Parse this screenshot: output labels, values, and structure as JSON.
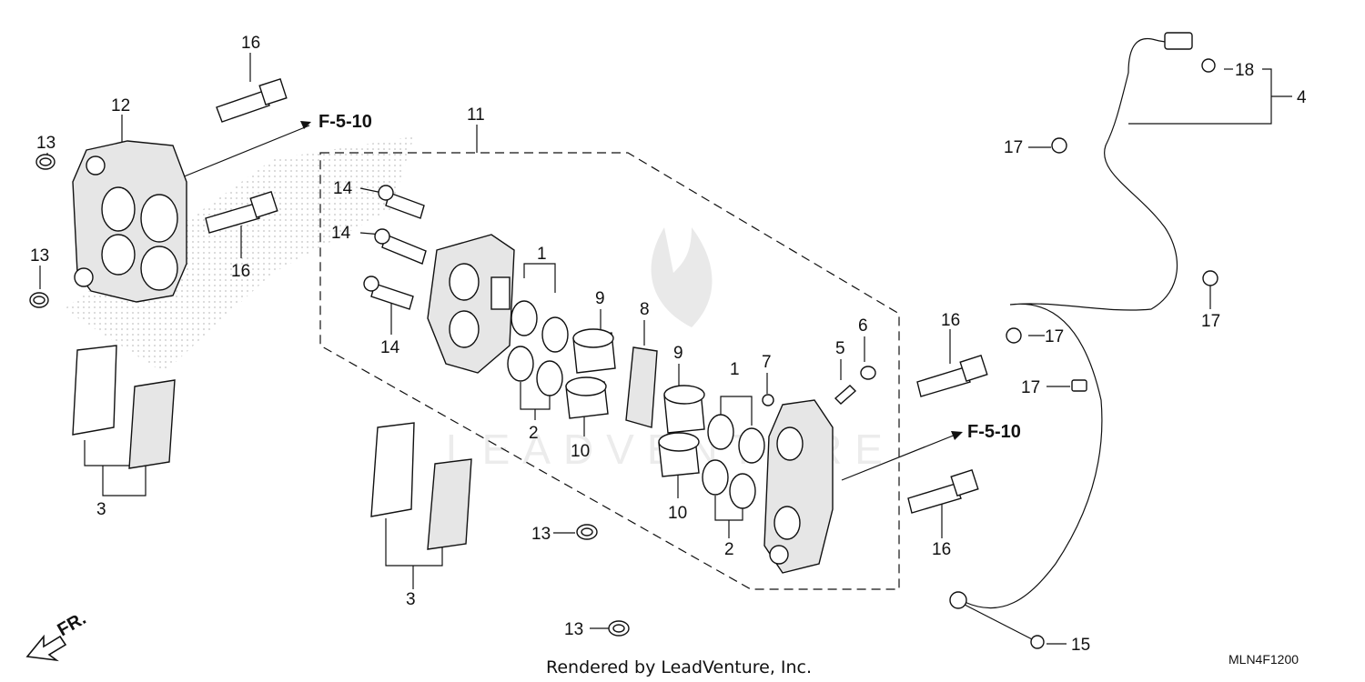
{
  "labels": {
    "l1a": "1",
    "l1b": "1",
    "l2a": "2",
    "l2b": "2",
    "l3a": "3",
    "l3b": "3",
    "l4": "4",
    "l5": "5",
    "l6": "6",
    "l7": "7",
    "l8": "8",
    "l9a": "9",
    "l9b": "9",
    "l10a": "10",
    "l10b": "10",
    "l11": "11",
    "l12": "12",
    "l13a": "13",
    "l13b": "13",
    "l13c": "13",
    "l13d": "13",
    "l14a": "14",
    "l14b": "14",
    "l14c": "14",
    "l15": "15",
    "l16a": "16",
    "l16b": "16",
    "l16c": "16",
    "l16d": "16",
    "l17a": "17",
    "l17b": "17",
    "l17c": "17",
    "l17d": "17",
    "l18": "18"
  },
  "refs": {
    "ref_top": "F-5-10",
    "ref_right": "F-5-10"
  },
  "direction": "FR.",
  "footer": "Rendered by LeadVenture, Inc.",
  "diagram_code": "MLN4F1200",
  "watermark": "LEADVENTURE"
}
